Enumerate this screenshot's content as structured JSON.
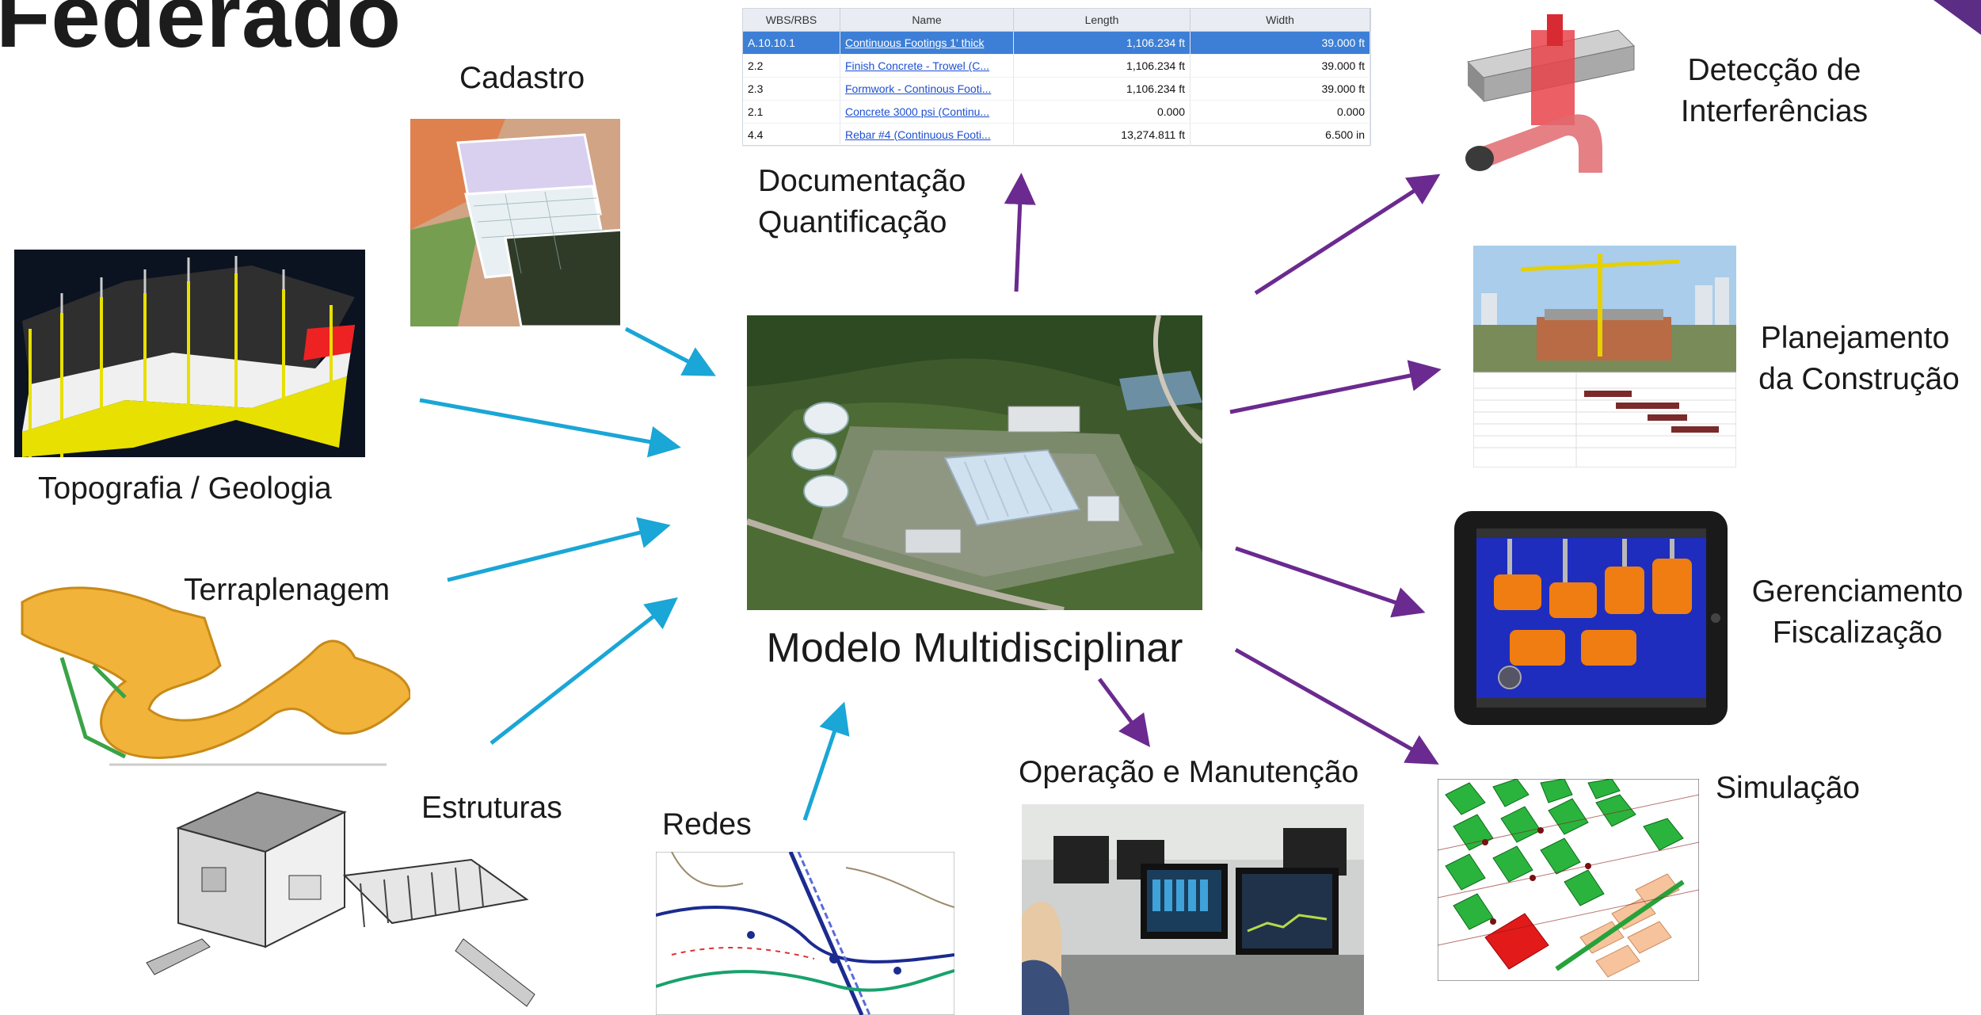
{
  "title": "Federado",
  "center": {
    "label": "Modelo Multidisciplinar"
  },
  "inputs": {
    "cadastro": "Cadastro",
    "topografia": "Topografia / Geologia",
    "terraplenagem": "Terraplenagem",
    "estruturas": "Estruturas",
    "redes": "Redes"
  },
  "outputs": {
    "documentacao_line1": "Documentação",
    "documentacao_line2": "Quantificação",
    "deteccao_line1": "Detecção de",
    "deteccao_line2": "Interferências",
    "planejamento_line1": "Planejamento",
    "planejamento_line2": "da Construção",
    "gerenciamento_line1": "Gerenciamento",
    "gerenciamento_line2": "Fiscalização",
    "operacao": "Operação e Manutenção",
    "simulacao": "Simulação"
  },
  "wbs_table": {
    "headers": [
      "WBS/RBS",
      "Name",
      "Length",
      "Width"
    ],
    "rows": [
      [
        "A.10.10.1",
        "Continuous Footings 1' thick",
        "1,106.234 ft",
        "39.000 ft"
      ],
      [
        "2.2",
        "Finish Concrete - Trowel (C...",
        "1,106.234 ft",
        "39.000 ft"
      ],
      [
        "2.3",
        "Formwork - Continous Footi...",
        "1,106.234 ft",
        "39.000 ft"
      ],
      [
        "2.1",
        "Concrete 3000 psi (Continu...",
        "0.000",
        "0.000"
      ],
      [
        "4.4",
        "Rebar #4 (Continuous Footi...",
        "13,274.811 ft",
        "6.500 in"
      ]
    ]
  },
  "colors": {
    "input_arrow": "#1aa6d6",
    "output_arrow": "#6b2a8f",
    "accent": "#5b2d84"
  }
}
